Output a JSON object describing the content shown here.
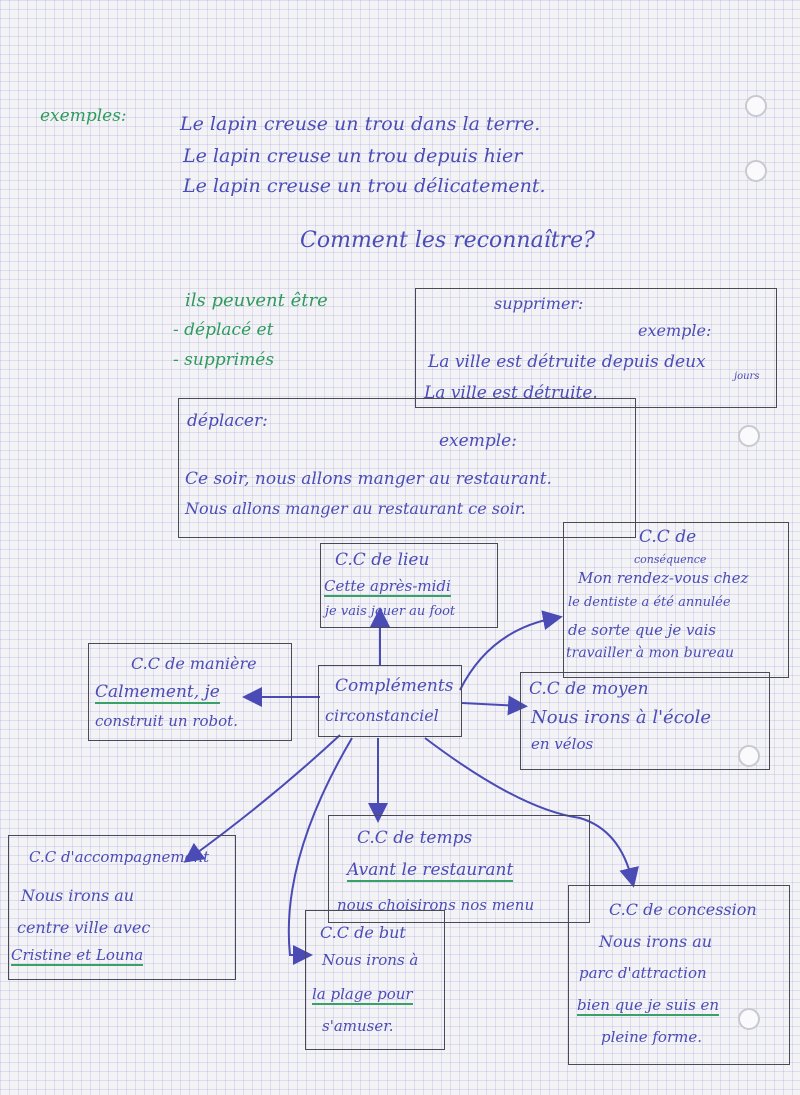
{
  "examples": {
    "label": "exemples:",
    "lines": [
      "Le lapin creuse un trou dans la terre.",
      "Le lapin creuse un trou depuis hier",
      "Le lapin creuse un trou délicatement."
    ]
  },
  "question": "Comment les reconnaître?",
  "can_be": {
    "title": "ils peuvent être",
    "items": [
      "- déplacé et",
      "- supprimés"
    ]
  },
  "box_supprimer": {
    "title": "supprimer:",
    "example_label": "exemple:",
    "lines": [
      "La ville est détruite depuis deux",
      "La ville est détruite."
    ],
    "margin_note": "jours"
  },
  "box_deplacer": {
    "title": "déplacer:",
    "example_label": "exemple:",
    "lines": [
      "Ce soir, nous allons manger au restaurant.",
      "Nous allons manger au restaurant ce soir."
    ]
  },
  "center": {
    "line1": "Compléments",
    "line2": "circonstanciel"
  },
  "cc_lieu": {
    "title": "C.C de lieu",
    "lines": [
      "Cette après-midi",
      "je vais jouer au foot"
    ]
  },
  "cc_consequence": {
    "title": "C.C de",
    "subtitle": "conséquence",
    "lines": [
      "Mon rendez-vous chez",
      "le dentiste a été annulée",
      "de sorte que je vais",
      "travailler à mon bureau"
    ]
  },
  "cc_maniere": {
    "title": "C.C de manière",
    "lines": [
      "Calmement, je",
      "construit un robot."
    ]
  },
  "cc_moyen": {
    "title": "C.C de moyen",
    "lines": [
      "Nous irons à l'école",
      "en vélos"
    ]
  },
  "cc_accompagnement": {
    "title": "C.C d'accompagnement",
    "lines": [
      "Nous irons au",
      "centre ville avec",
      "Cristine et Louna"
    ]
  },
  "cc_temps": {
    "title": "C.C de temps",
    "lines": [
      "Avant le restaurant",
      "nous choisirons nos menu"
    ]
  },
  "cc_but": {
    "title": "C.C de but",
    "lines": [
      "Nous irons à",
      "la plage pour",
      "s'amuser."
    ]
  },
  "cc_concession": {
    "title": "C.C de concession",
    "lines": [
      "Nous irons au",
      "parc d'attraction",
      "bien que je suis en",
      "pleine forme."
    ]
  }
}
